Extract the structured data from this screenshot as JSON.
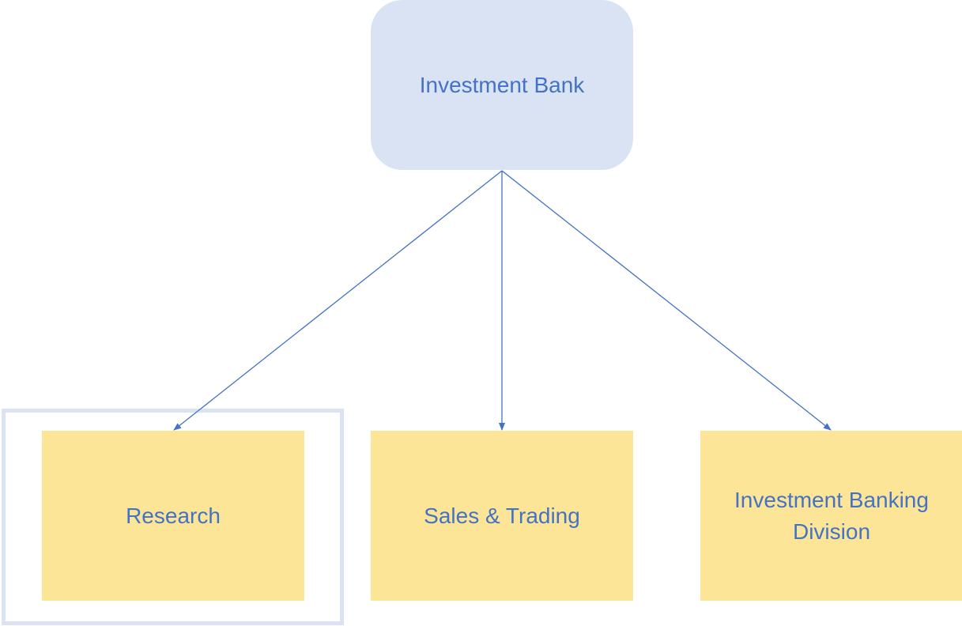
{
  "diagram": {
    "root": {
      "label": "Investment Bank"
    },
    "children": [
      {
        "id": "research",
        "label": "Research",
        "highlighted": true
      },
      {
        "id": "sales",
        "label": "Sales & Trading",
        "highlighted": false
      },
      {
        "id": "ibd",
        "label": "Investment Banking Division",
        "highlighted": false
      }
    ],
    "colors": {
      "text": "#4472c4",
      "root_fill": "#dae3f3",
      "child_fill": "#fde598",
      "connector": "#4472c4",
      "highlight_frame": "#dae3f3"
    }
  }
}
